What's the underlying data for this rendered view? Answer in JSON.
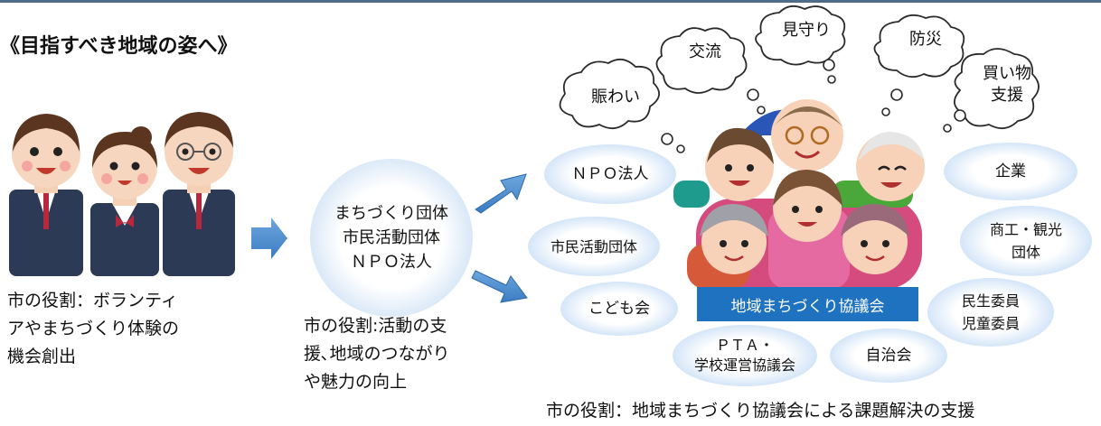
{
  "title": "《目指すべき地域の姿へ》",
  "stage1": {
    "caption": "市の役割：ボランティ\nアやまちづくり体験の\n機会創出"
  },
  "stage2": {
    "circle_text": "まちづくり団体\n市民活動団体\nＮＰＯ法人",
    "caption": "市の役割:活動の支\n援､地域のつながり\nや魅力の向上"
  },
  "clouds": [
    "賑わい",
    "交流",
    "見守り",
    "防災",
    "買い物\n支援"
  ],
  "groups": {
    "npo": "ＮＰＯ法人",
    "civic": "市民活動団体",
    "kids": "こども会",
    "pta": "ＰＴＡ・\n学校運営協議会",
    "jichikai": "自治会",
    "minsei": "民生委員\n児童委員",
    "shoko": "商工・観光\n団体",
    "kigyo": "企業"
  },
  "council": "地域まちづくり協議会",
  "stage3": {
    "caption": "市の役割：地域まちづくり協議会による課題解決の支援"
  },
  "colors": {
    "arrow": "#4a8cd0",
    "council": "#1f72c0",
    "circle_edge": "#9ec3ea"
  }
}
